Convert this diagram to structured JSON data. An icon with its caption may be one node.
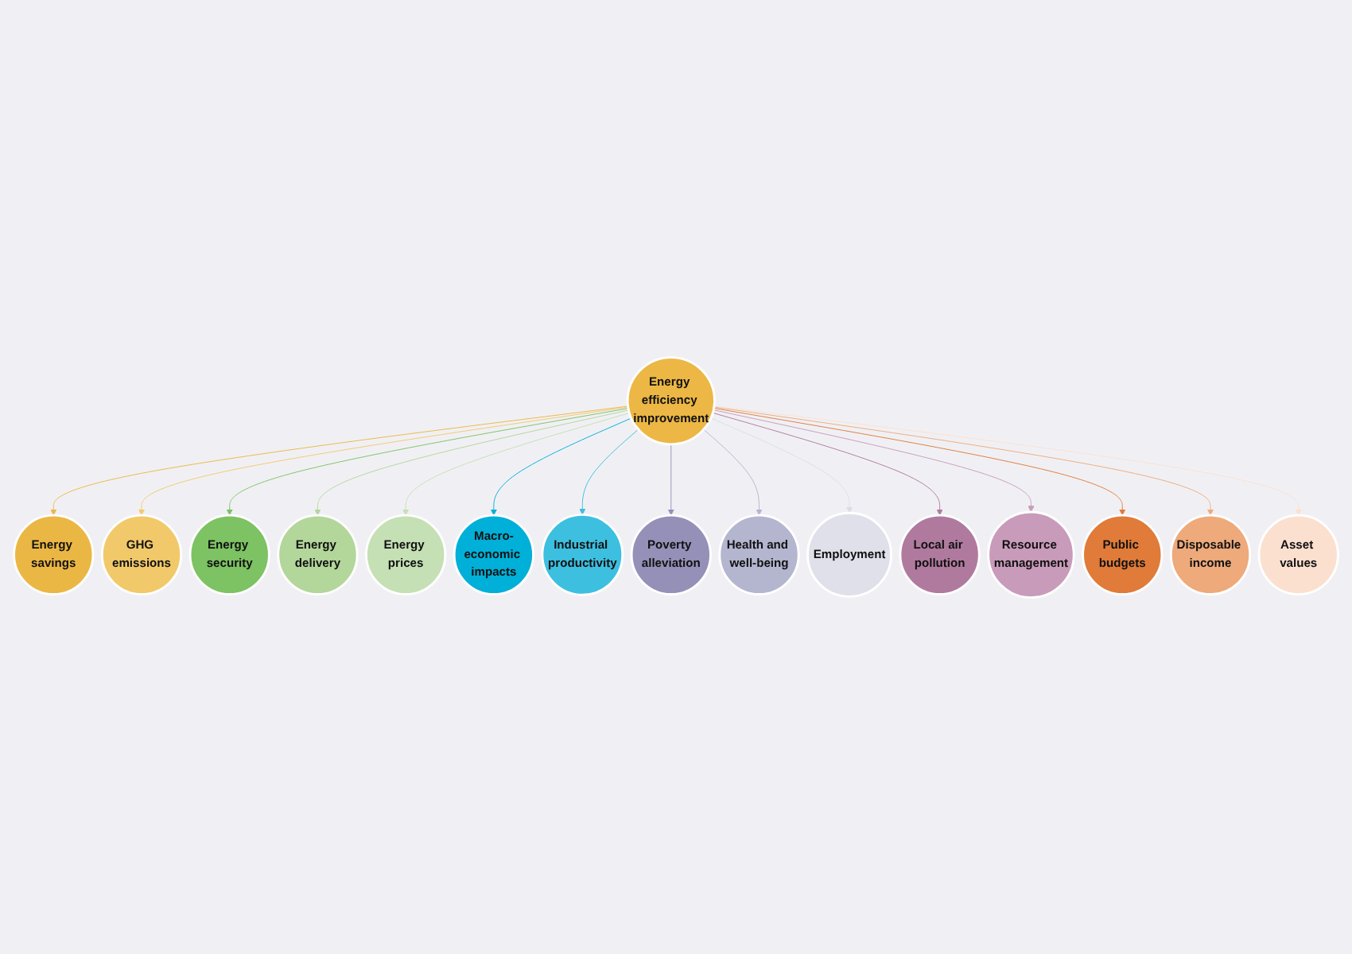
{
  "diagram": {
    "nodes": [
      {
        "text": [
          "Energy efficiency improvement"
        ]
      },
      {
        "text": [
          "Energy savings"
        ]
      },
      {
        "text": [
          "GHG emissions"
        ]
      },
      {
        "text": [
          "Energy security"
        ]
      },
      {
        "text": [
          "Energy delivery"
        ]
      },
      {
        "text": [
          "Energy prices"
        ]
      },
      {
        "text": [
          "Macro-economic impacts"
        ]
      },
      {
        "text": [
          "Industrial productivity"
        ]
      },
      {
        "text": [
          "Poverty alleviation"
        ]
      },
      {
        "text": [
          "Health and well-being"
        ]
      },
      {
        "text": [
          "Employment"
        ]
      },
      {
        "text": [
          "Local air pollution"
        ]
      },
      {
        "text": [
          "Resource management"
        ]
      },
      {
        "text": [
          "Public budgets"
        ]
      },
      {
        "text": [
          "Disposable income"
        ]
      },
      {
        "text": [
          "Asset values"
        ]
      }
    ],
    "edges": [
      {
        "from": 0,
        "to": 1,
        "arrow": "to",
        "color": "#ebb744"
      },
      {
        "from": 0,
        "to": 2,
        "arrow": "to",
        "color": "#f2c96a"
      },
      {
        "from": 0,
        "to": 3,
        "arrow": "to",
        "color": "#7dc263"
      },
      {
        "from": 0,
        "to": 4,
        "arrow": "to",
        "color": "#b3d69b"
      },
      {
        "from": 0,
        "to": 5,
        "arrow": "to",
        "color": "#c5e0b4"
      },
      {
        "from": 0,
        "to": 6,
        "arrow": "to",
        "color": "#00b0d8"
      },
      {
        "from": 0,
        "to": 7,
        "arrow": "to",
        "color": "#3dbfe0"
      },
      {
        "from": 0,
        "to": 8,
        "arrow": "to",
        "color": "#9590b8"
      },
      {
        "from": 0,
        "to": 9,
        "arrow": "to",
        "color": "#b4b5cf"
      },
      {
        "from": 0,
        "to": 10,
        "arrow": "to",
        "color": "#dcdce6"
      },
      {
        "from": 0,
        "to": 11,
        "arrow": "to",
        "color": "#b07a9f"
      },
      {
        "from": 0,
        "to": 12,
        "arrow": "to",
        "color": "#c99bba"
      },
      {
        "from": 0,
        "to": 13,
        "arrow": "to",
        "color": "#e07b39"
      },
      {
        "from": 0,
        "to": 14,
        "arrow": "to",
        "color": "#eeaa7b"
      },
      {
        "from": 0,
        "to": 15,
        "arrow": "to",
        "color": "#fbe0d0"
      }
    ]
  }
}
